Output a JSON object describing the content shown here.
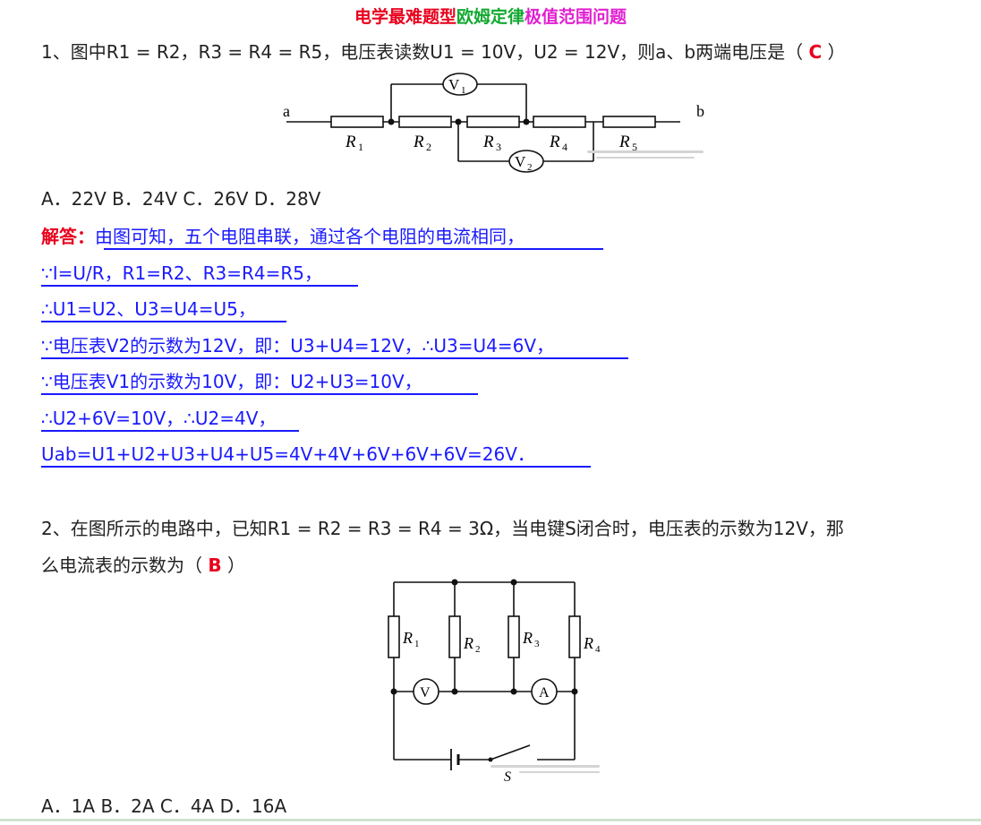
{
  "title": {
    "part1": "电学最难题型",
    "part2": "欧姆定律",
    "part3": "极值范围问题"
  },
  "q1": {
    "stem_prefix": "1、图中R1 = R2，R3 = R4 = R5，电压表读数U1 = 10V，U2 = 12V，则a、b两端电压是（",
    "answer": "C",
    "stem_suffix": "）",
    "options": "A．22V  B．24V  C．26V  D．28V",
    "diagram": {
      "label_a": "a",
      "label_b": "b",
      "r1": "R",
      "r1_sub": "1",
      "r2": "R",
      "r2_sub": "2",
      "r3": "R",
      "r3_sub": "3",
      "r4": "R",
      "r4_sub": "4",
      "r5": "R",
      "r5_sub": "5",
      "v1": "V",
      "v1_sub": "1",
      "v2": "V",
      "v2_sub": "2"
    }
  },
  "solution": {
    "label": "解答：",
    "lines": [
      "由图可知，五个电阻串联，通过各个电阻的电流相同，",
      "∵I=U/R，R1=R2、R3=R4=R5，",
      "∴U1=U2、U3=U4=U5，",
      "∵电压表V2的示数为12V，即：U3+U4=12V，∴U3=U4=6V，",
      "∵电压表V1的示数为10V，即：U2+U3=10V，",
      "∴U2+6V=10V，∴U2=4V，",
      "Uab=U1+U2+U3+U4+U5=4V+4V+6V+6V+6V=26V．"
    ]
  },
  "q2": {
    "line1": "2、在图所示的电路中，已知R1 = R2 = R3 = R4 = 3Ω，当电键S闭合时，电压表的示数为12V，那",
    "line2_prefix": "么电流表的示数为（",
    "answer": "B",
    "line2_suffix": "）",
    "options": "A．1A  B．2A  C．4A  D．16A",
    "diagram": {
      "r1": "R",
      "r1_sub": "1",
      "r2": "R",
      "r2_sub": "2",
      "r3": "R",
      "r3_sub": "3",
      "r4": "R",
      "r4_sub": "4",
      "voltmeter": "V",
      "ammeter": "A",
      "switch": "S"
    }
  }
}
